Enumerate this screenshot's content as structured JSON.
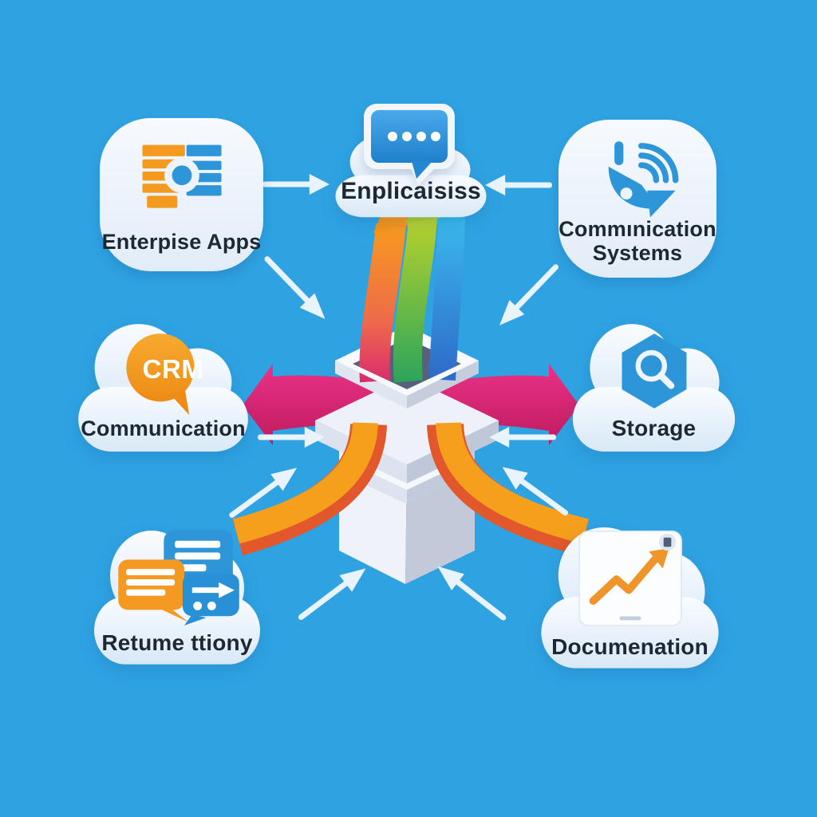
{
  "palette": {
    "background": "#2fa2e2",
    "cloud_fill": "#ecf4fc",
    "icon_blue": "#2d96d8",
    "icon_orange": "#f49a1f",
    "ribbon_pink": "#d92170",
    "ribbon_orange": "#f59f1d",
    "ribbon_green": "#5cb832",
    "ribbon_blue": "#2f7fd6",
    "label_color": "#1e2833",
    "connector_color": "#e9f3fb"
  },
  "nodes": {
    "enterprise_apps": {
      "label": "Enterpise Apps"
    },
    "applications_hub": {
      "label": "Enplicaisiss"
    },
    "communication_systems": {
      "label_line1": "Commınication",
      "label_line2": "Systems"
    },
    "crm": {
      "badge": "CRM",
      "label": "Communication"
    },
    "storage": {
      "label": "Storage"
    },
    "retume": {
      "label": "Retume ttiony"
    },
    "documenation": {
      "label": "Documenation"
    }
  }
}
